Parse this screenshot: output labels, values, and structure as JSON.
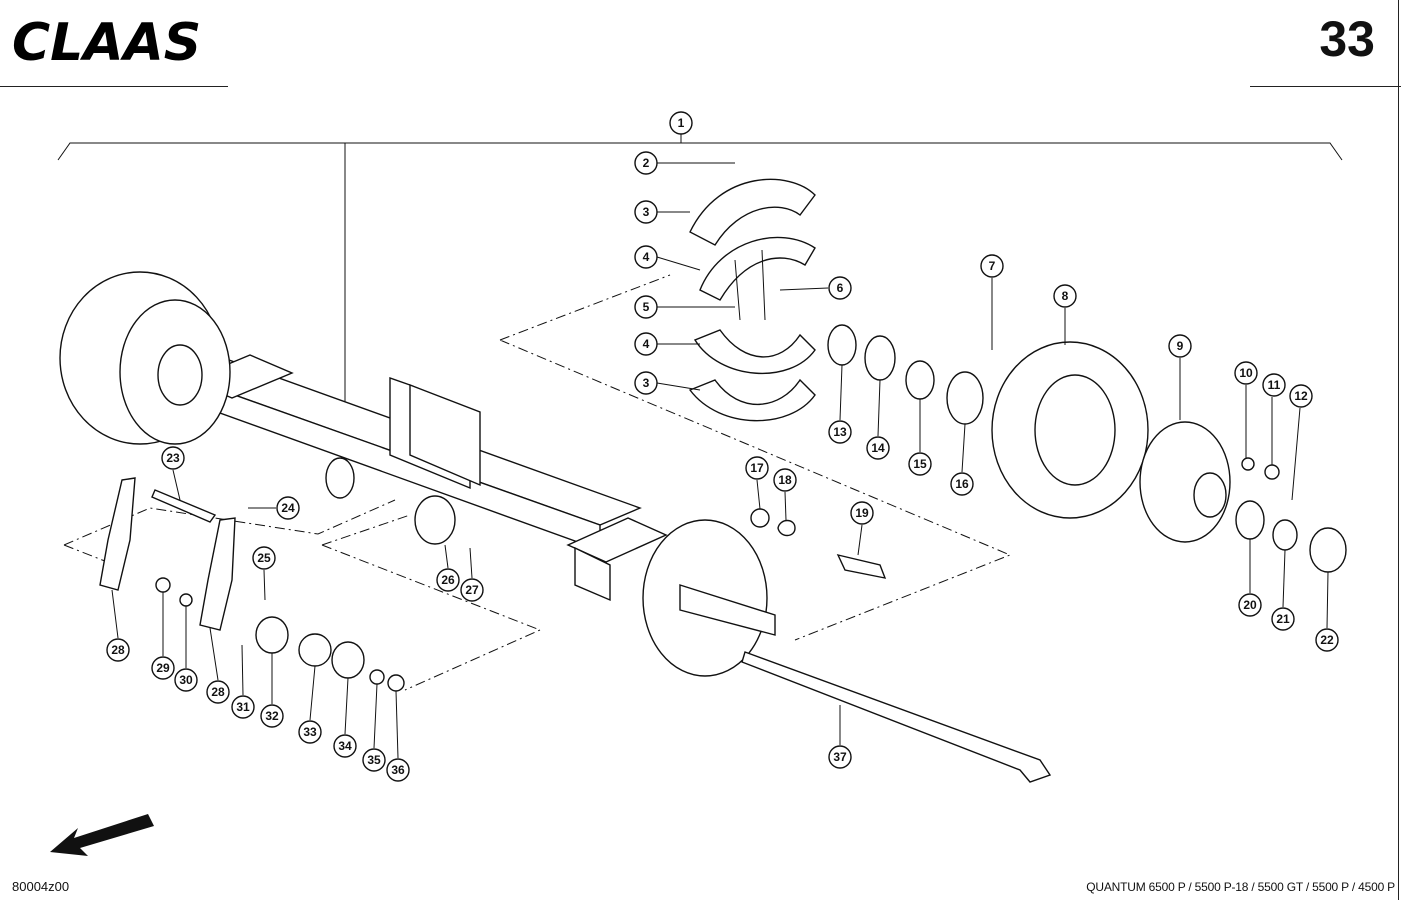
{
  "header": {
    "brand": "CLAAS",
    "page_number": "33"
  },
  "diagram": {
    "callouts": [
      "1",
      "2",
      "3",
      "4",
      "5",
      "6",
      "4",
      "3",
      "7",
      "8",
      "9",
      "10",
      "11",
      "12",
      "13",
      "14",
      "15",
      "16",
      "17",
      "18",
      "19",
      "20",
      "21",
      "22",
      "23",
      "24",
      "25",
      "26",
      "27",
      "28",
      "29",
      "30",
      "28",
      "31",
      "32",
      "33",
      "34",
      "35",
      "36",
      "37"
    ]
  },
  "footer": {
    "figure_code": "80004z00",
    "model_line": "QUANTUM 6500 P / 5500 P-18 / 5500 GT / 5500 P / 4500 P"
  }
}
